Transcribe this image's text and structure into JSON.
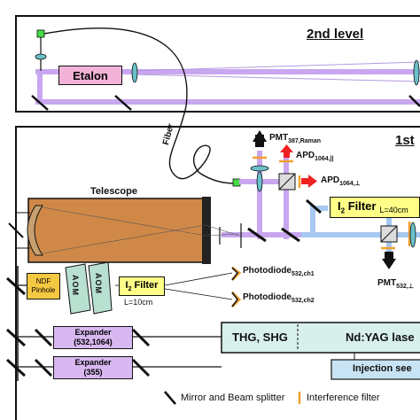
{
  "levels": {
    "second": "2nd level",
    "first": "1st"
  },
  "components": {
    "etalon": "Etalon",
    "fiber": "Fiber",
    "telescope": "Telescope",
    "i2_filter_main": "I",
    "i2_filter_main_sub": "2",
    "i2_filter_main_rest": " Filter",
    "i2_filter_main_len": "L=40cm",
    "i2_filter_small": "I",
    "i2_filter_small_sub": "2",
    "i2_filter_small_rest": " Filter",
    "i2_filter_small_len": "L=10cm",
    "ndf_line1": "NDF",
    "ndf_line2": "Pinhole",
    "aom": "AOM",
    "expander1_line1": "Expander",
    "expander1_line2": "(532,1064)",
    "expander2_line1": "Expander",
    "expander2_line2": "(355)",
    "thg_shg": "THG, SHG",
    "nd_yag": "Nd:YAG lase",
    "injection_seed": "Injection see"
  },
  "detectors": {
    "pmt_raman": "PMT",
    "pmt_raman_sub": "387,Raman",
    "apd_par": "APD",
    "apd_par_sub": "1064,||",
    "apd_perp": "APD",
    "apd_perp_sub": "1064,⊥",
    "photodiode_ch1": "Photodiode",
    "photodiode_ch1_sub": "532,ch1",
    "photodiode_ch2": "Photodiode",
    "photodiode_ch2_sub": "532,ch2",
    "pmt_532": "PMT",
    "pmt_532_sub": "532,⊥"
  },
  "legend": {
    "mirror": "Mirror and Beam splitter",
    "filter": "Interference filter"
  },
  "colors": {
    "beam_violet": "#c9a6f0",
    "beam_blue": "#a6c8f0",
    "etalon_fill": "#f3b3d8",
    "filter_fill": "#ffff88",
    "expander_fill": "#d8b8f0",
    "aom_fill": "#b8e0d0",
    "ndf_fill": "#f5c842",
    "telescope_fill": "#d08848",
    "thg_fill": "#d8f0ec",
    "injection_fill": "#c8e4f4",
    "fiber_tip": "#44dd44",
    "red_arrow": "#ee2222",
    "filter_orange": "#f0a030"
  }
}
